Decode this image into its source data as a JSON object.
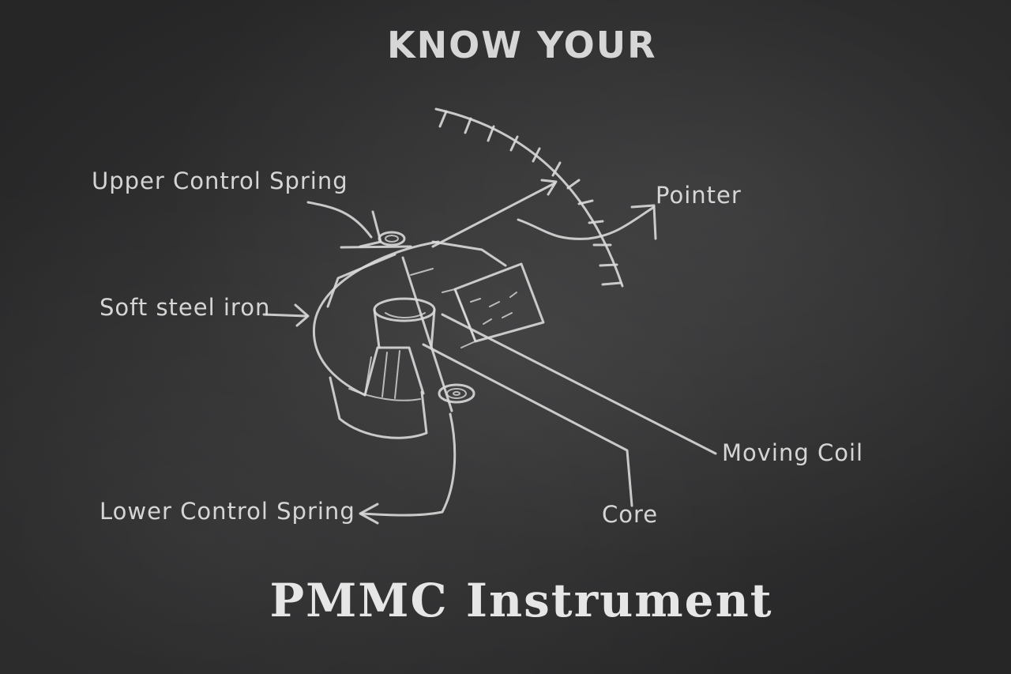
{
  "heading": "KNOW YOUR",
  "title": "PMMC Instrument",
  "labels": {
    "upper_control_spring": "Upper Control Spring",
    "pointer": "Pointer",
    "soft_steel_iron": "Soft steel iron",
    "moving_coil": "Moving Coil",
    "lower_control_spring": "Lower Control Spring",
    "core": "Core"
  }
}
